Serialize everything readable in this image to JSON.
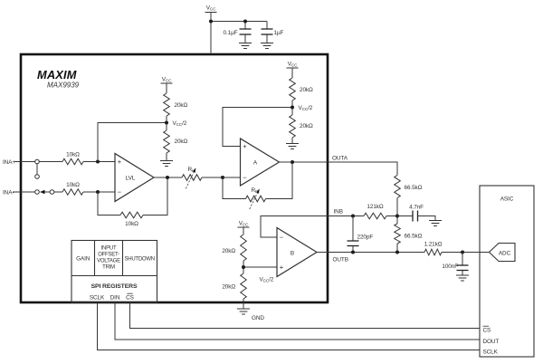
{
  "device": {
    "brand": "MAXIM",
    "part": "MAX9939"
  },
  "power": {
    "v": "V",
    "cc": "CC",
    "half": "/2",
    "gnd": "GND"
  },
  "pins": {
    "ina_plus": "INA+",
    "ina_minus": "INA-",
    "outa": "OUTA",
    "inb": "INB",
    "outb": "OUTB"
  },
  "opamps": {
    "buffer": "LVL",
    "amp_a": "A",
    "amp_b": "B",
    "plus": "+",
    "minus": "−"
  },
  "resistors": {
    "r10k": "10kΩ",
    "r20k": "20kΩ",
    "ri_base": "R",
    "ri_sub": "I",
    "rf_base": "R",
    "rf_sub": "F",
    "r66k": "66.5kΩ",
    "r121k": "121kΩ",
    "r1_21k": "1.21kΩ"
  },
  "capacitors": {
    "c0u1": "0.1µF",
    "c1u": "1µF",
    "c220p": "220pF",
    "c4n7": "4.7nF",
    "c100n": "100nF"
  },
  "spi": {
    "title": "SPI REGISTERS",
    "cell_gain": "GAIN",
    "cell_offset_lines": [
      "INPUT",
      "OFFSET-",
      "VOLTAGE",
      "TRIM"
    ],
    "cell_shutdown": "SHUTDOWN",
    "pin_sclk": "SCLK",
    "pin_din": "DIN",
    "pin_cs": "CS"
  },
  "asic": {
    "title": "ASIC",
    "adc": "ADC",
    "pin_cs": "CS",
    "pin_dout": "DOUT",
    "pin_sclk": "SCLK"
  }
}
